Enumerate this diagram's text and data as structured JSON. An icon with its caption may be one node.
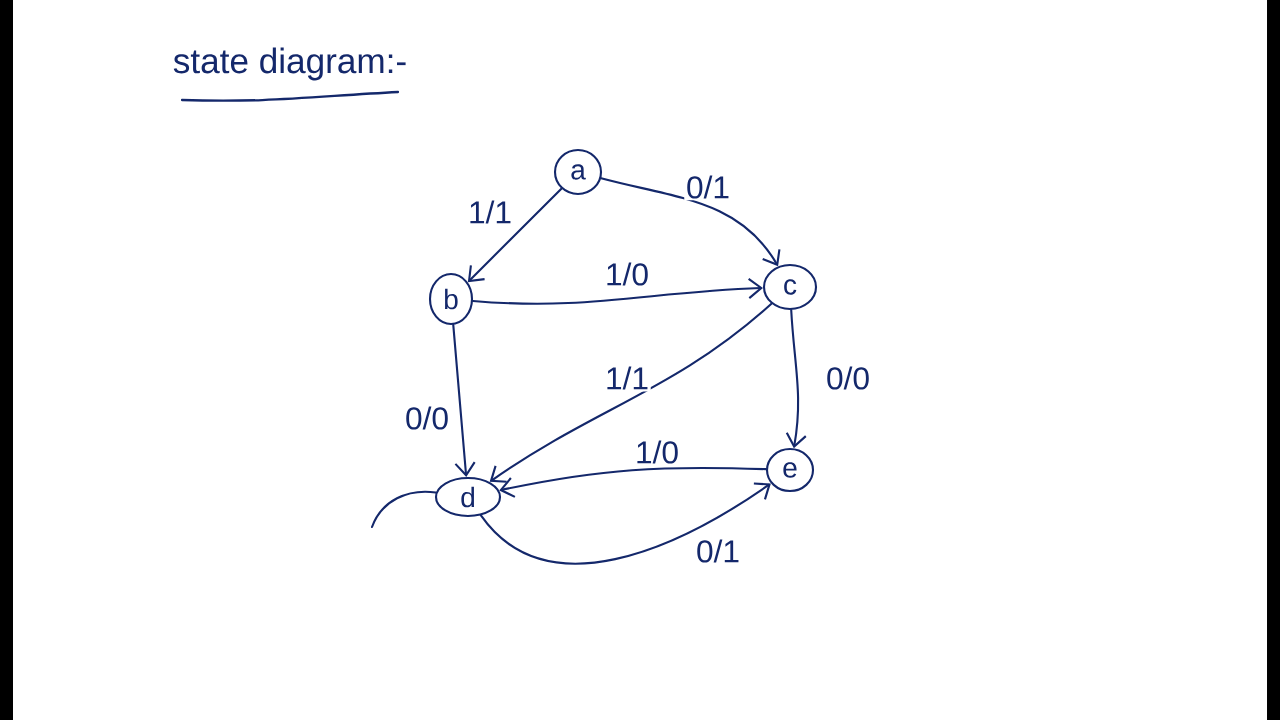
{
  "diagram": {
    "title": "state diagram:-",
    "nodes": [
      {
        "text": [
          "a"
        ]
      },
      {
        "text": [
          "b"
        ]
      },
      {
        "text": [
          "c"
        ]
      },
      {
        "text": [
          "d"
        ]
      },
      {
        "text": [
          "e"
        ]
      }
    ],
    "edges": [
      {
        "from": 0,
        "to": 1,
        "arrow": "to",
        "label": "1/1"
      },
      {
        "from": 0,
        "to": 2,
        "arrow": "to",
        "label": "0/1"
      },
      {
        "from": 1,
        "to": 2,
        "arrow": "to",
        "label": "1/0"
      },
      {
        "from": 1,
        "to": 3,
        "arrow": "to",
        "label": "0/0"
      },
      {
        "from": 2,
        "to": 3,
        "arrow": "to",
        "label": "1/1"
      },
      {
        "from": 2,
        "to": 4,
        "arrow": "to",
        "label": "0/0"
      },
      {
        "from": 4,
        "to": 3,
        "arrow": "to",
        "label": "1/0"
      },
      {
        "from": 3,
        "to": 4,
        "arrow": "to",
        "label": "0/1"
      },
      {
        "from": 3,
        "to": null,
        "arrow": "none"
      }
    ]
  }
}
